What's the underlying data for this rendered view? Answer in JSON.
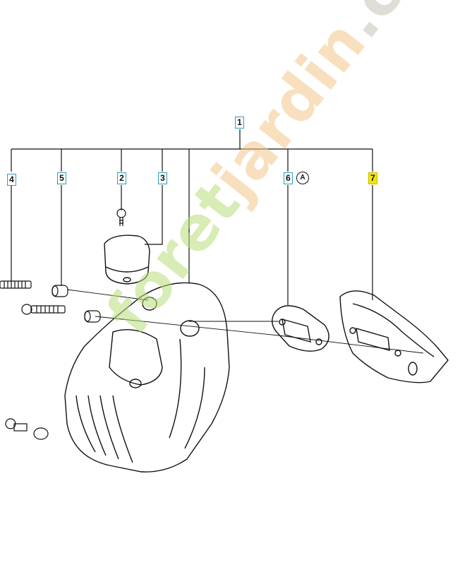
{
  "diagram": {
    "callouts": [
      {
        "id": "c1",
        "label": "1",
        "highlight": false
      },
      {
        "id": "c2",
        "label": "2",
        "highlight": false
      },
      {
        "id": "c3",
        "label": "3",
        "highlight": false
      },
      {
        "id": "c4",
        "label": "4",
        "highlight": false
      },
      {
        "id": "c5",
        "label": "5",
        "highlight": false
      },
      {
        "id": "c6",
        "label": "6",
        "highlight": false
      },
      {
        "id": "c7",
        "label": "7",
        "highlight": true
      }
    ],
    "marker": "A",
    "colors": {
      "callout_border": "#2e9fb8",
      "highlight": "#f5e600",
      "line": "#111111"
    }
  },
  "watermark": {
    "part1": "foret",
    "part2": "jardin",
    "part3": ".com",
    "colors": {
      "green": "#b9dd7a",
      "orange": "#f4c78a",
      "grey": "#c8c2b6"
    }
  }
}
